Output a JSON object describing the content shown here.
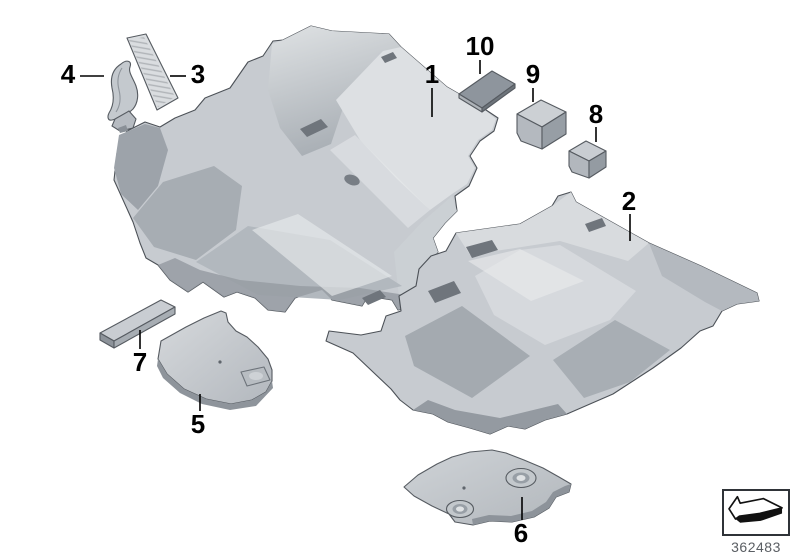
{
  "diagram": {
    "type": "parts-exploded-diagram",
    "callouts": [
      {
        "number": "1"
      },
      {
        "number": "2"
      },
      {
        "number": "3"
      },
      {
        "number": "4"
      },
      {
        "number": "5"
      },
      {
        "number": "6"
      },
      {
        "number": "7"
      },
      {
        "number": "8"
      },
      {
        "number": "9"
      },
      {
        "number": "10"
      }
    ],
    "drawing_number": "362483",
    "icons": {
      "direction_arrow": "arrow-up-left-3d"
    },
    "colors": {
      "background": "#ffffff",
      "outline": "#4c5157",
      "part_light": "#dde0e3",
      "part_mid": "#c7cbd0",
      "part_dark": "#9aa1a8",
      "part_darker": "#6f757c",
      "pad_dark": "#8e959d",
      "callout_text": "#000000",
      "drawing_number_text": "#5a5e63"
    }
  }
}
